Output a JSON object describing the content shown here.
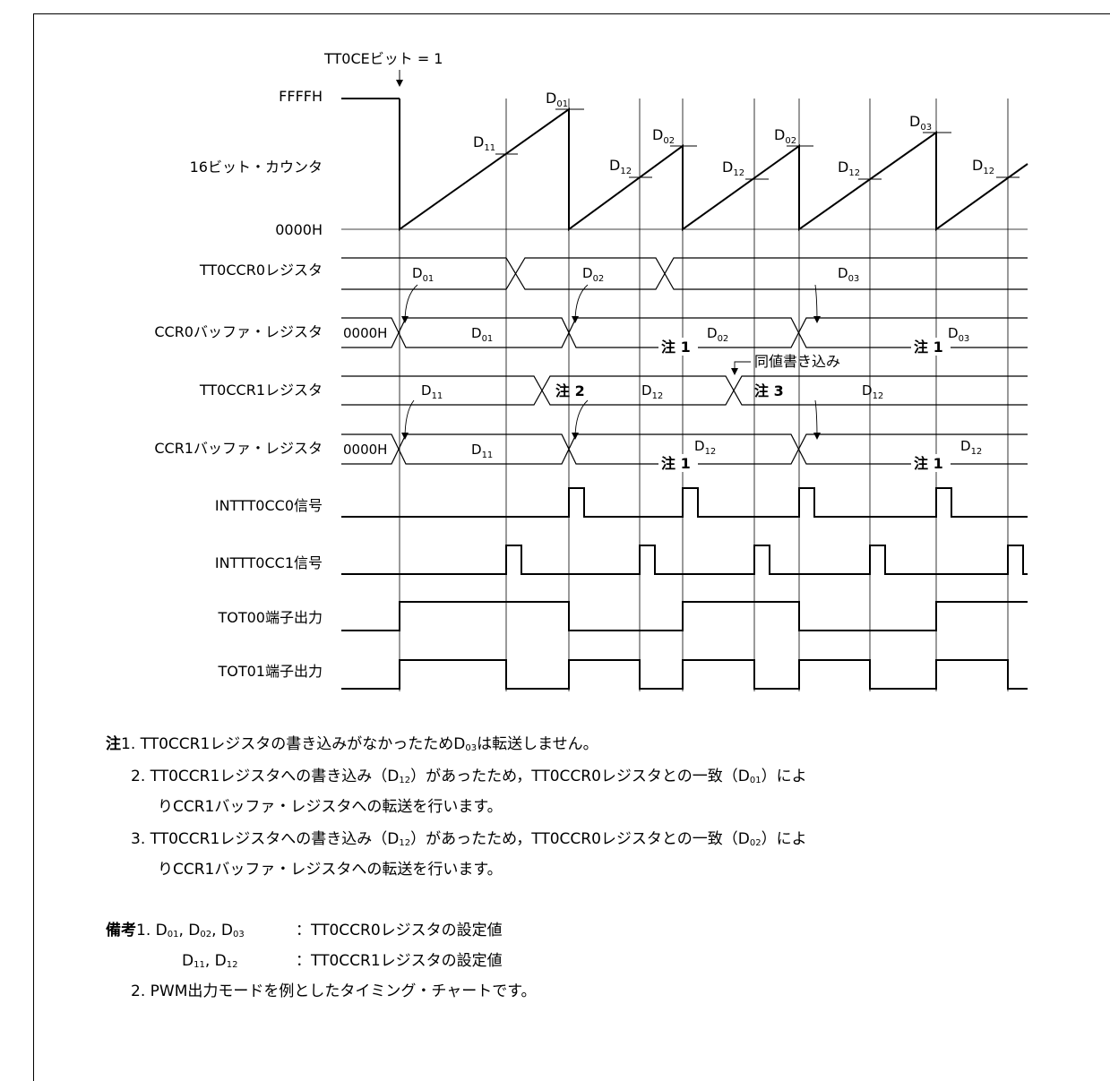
{
  "trigger_label": "TT0CEビット = 1",
  "counter": {
    "top_label": "FFFFH",
    "name": "16ビット・カウンタ",
    "bottom_label": "0000H"
  },
  "value_labels": {
    "D01": "D01",
    "D02": "D02",
    "D03": "D03",
    "D11": "D11",
    "D12": "D12"
  },
  "rows": {
    "ccr0_reg": {
      "name": "TT0CCR0レジスタ",
      "values": [
        "D01",
        "D02",
        "D03"
      ]
    },
    "ccr0_buf": {
      "name": "CCR0バッファ・レジスタ",
      "initial": "0000H",
      "values": [
        "D01",
        "D02",
        "D03"
      ],
      "note": "注 1"
    },
    "ccr1_reg": {
      "name": "TT0CCR1レジスタ",
      "values": [
        "D11",
        "D12",
        "D12"
      ],
      "note2": "注 2",
      "note3": "注 3",
      "callout": "同値書き込み"
    },
    "ccr1_buf": {
      "name": "CCR1バッファ・レジスタ",
      "initial": "0000H",
      "values": [
        "D11",
        "D12",
        "D12"
      ],
      "note": "注 1"
    },
    "int_cc0": {
      "name": "INTTT0CC0信号"
    },
    "int_cc1": {
      "name": "INTTT0CC1信号"
    },
    "tot00": {
      "name": "TOT00端子出力"
    },
    "tot01": {
      "name": "TOT01端子出力"
    }
  },
  "notes": {
    "head": "注",
    "n1_num": "1.",
    "n1_a": "TT0CCR1レジスタの書き込みがなかったためD",
    "n1_sub": "03",
    "n1_b": "は転送しません。",
    "n2_num": "2.",
    "n2_a": "TT0CCR1レジスタへの書き込み（D",
    "n2_sub1": "12",
    "n2_b": "）があったため，TT0CCR0レジスタとの一致（D",
    "n2_sub2": "01",
    "n2_c": "）によ",
    "n2_line2": "りCCR1バッファ・レジスタへの転送を行います。",
    "n3_num": "3.",
    "n3_a": "TT0CCR1レジスタへの書き込み（D",
    "n3_sub1": "12",
    "n3_b": "）があったため，TT0CCR0レジスタとの一致（D",
    "n3_sub2": "02",
    "n3_c": "）によ",
    "n3_line2": "りCCR1バッファ・レジスタへの転送を行います。"
  },
  "remarks": {
    "head": "備考",
    "r1_num": "1.",
    "r1_left_a": "D",
    "r1_s1": "01",
    "r1_left_b": ", D",
    "r1_s2": "02",
    "r1_left_c": ", D",
    "r1_s3": "03",
    "r1_right": "：TT0CCR0レジスタの設定値",
    "r1b_left_a": "D",
    "r1b_s1": "11",
    "r1b_left_b": ", D",
    "r1b_s2": "12",
    "r1b_right": "：TT0CCR1レジスタの設定値",
    "r2_num": "2.",
    "r2_text": "PWM出力モードを例としたタイミング・チャートです。"
  }
}
